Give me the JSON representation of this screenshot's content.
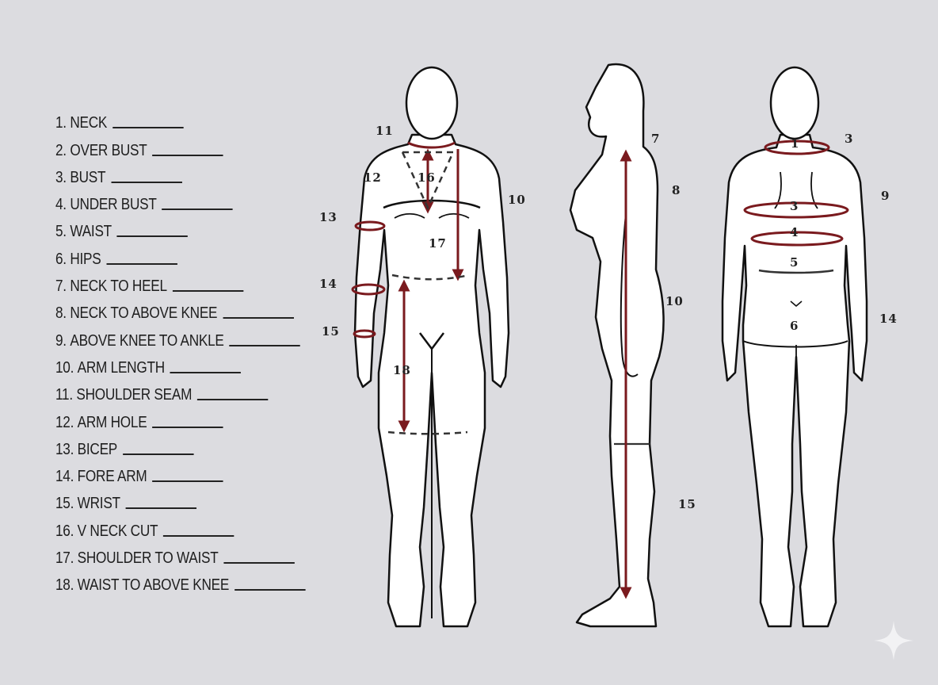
{
  "measurement_list": [
    {
      "num": "1.",
      "label": "NECK"
    },
    {
      "num": "2.",
      "label": "OVER BUST"
    },
    {
      "num": "3.",
      "label": "BUST"
    },
    {
      "num": "4.",
      "label": "UNDER BUST"
    },
    {
      "num": "5.",
      "label": "WAIST"
    },
    {
      "num": "6.",
      "label": "HIPS"
    },
    {
      "num": "7.",
      "label": "NECK TO HEEL"
    },
    {
      "num": "8.",
      "label": "NECK TO ABOVE KNEE"
    },
    {
      "num": "9.",
      "label": "ABOVE KNEE TO ANKLE"
    },
    {
      "num": "10.",
      "label": "ARM LENGTH"
    },
    {
      "num": "11.",
      "label": "SHOULDER SEAM"
    },
    {
      "num": "12.",
      "label": "ARM HOLE"
    },
    {
      "num": "13.",
      "label": "BICEP"
    },
    {
      "num": "14.",
      "label": "FORE ARM"
    },
    {
      "num": "15.",
      "label": "WRIST"
    },
    {
      "num": "16.",
      "label": "V NECK CUT"
    },
    {
      "num": "17.",
      "label": "SHOULDER TO WAIST"
    },
    {
      "num": "18.",
      "label": "WAIST TO ABOVE KNEE"
    }
  ],
  "front_figure_labels": {
    "l11": "11",
    "l12": "12",
    "l16": "16",
    "l10": "10",
    "l13": "13",
    "l17": "17",
    "l14": "14",
    "l15": "15",
    "l18": "18"
  },
  "side_figure_labels": {
    "l7": "7",
    "l8": "8",
    "l10": "10",
    "l15": "15"
  },
  "back_figure_labels": {
    "l1": "1",
    "l3a": "3",
    "l9": "9",
    "l3b": "3",
    "l4": "4",
    "l5": "5",
    "l6": "6",
    "l14": "14"
  },
  "colors": {
    "background": "#dcdce0",
    "outline": "#111111",
    "measure_red": "#7a1a1e",
    "body_fill": "#ffffff"
  }
}
